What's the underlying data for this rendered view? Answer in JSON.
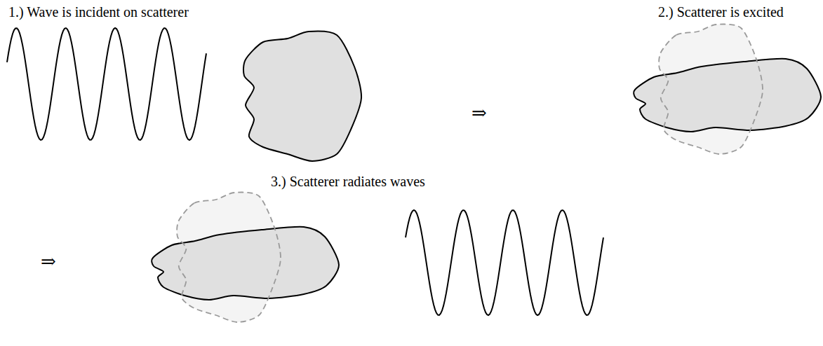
{
  "diagram": {
    "labels": [
      "1.) Wave is incident on scatterer",
      "2.) Scatterer is excited",
      "⇒",
      "3.) Scatterer radiates waves",
      "⇒"
    ]
  }
}
